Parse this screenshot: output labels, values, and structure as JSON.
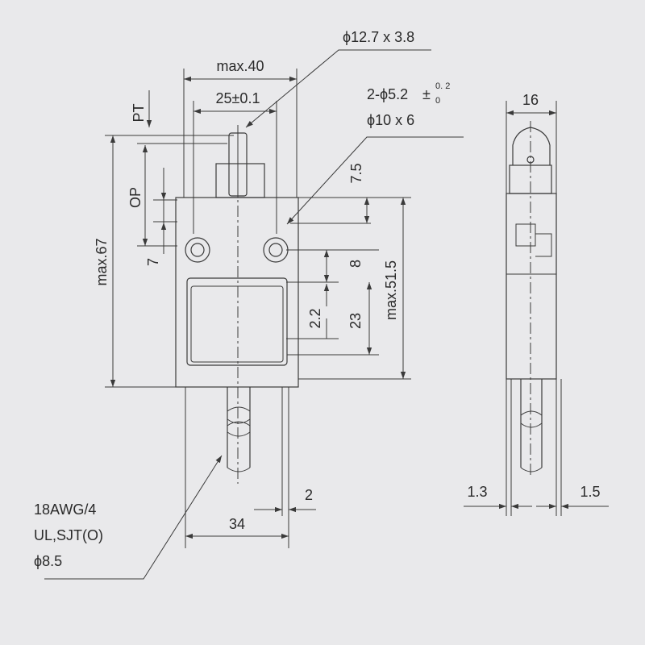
{
  "front_view": {
    "dim_max_width": "max.40",
    "dim_hole_spacing": "25±0.1",
    "dim_pt": "PT",
    "dim_op": "OP",
    "dim_7": "7",
    "dim_max_height": "max.67",
    "dim_7_5": "7.5",
    "dim_8": "8",
    "dim_2_2": "2.2",
    "dim_23": "23",
    "dim_max_body": "max.51.5",
    "dim_34": "34",
    "dim_2": "2",
    "roller_callout": "ϕ12.7 x 3.8",
    "holes_callout_main": "2-ϕ5.2",
    "holes_tol_upper": "0. 2",
    "holes_tol_lower": "0",
    "holes_callout_cbore": "ϕ10 x 6",
    "cable_spec": [
      "18AWG/4",
      "UL,SJT(O)",
      "ϕ8.5"
    ]
  },
  "side_view": {
    "dim_width": "16",
    "dim_left_offset": "1.3",
    "dim_right_offset": "1.5"
  }
}
